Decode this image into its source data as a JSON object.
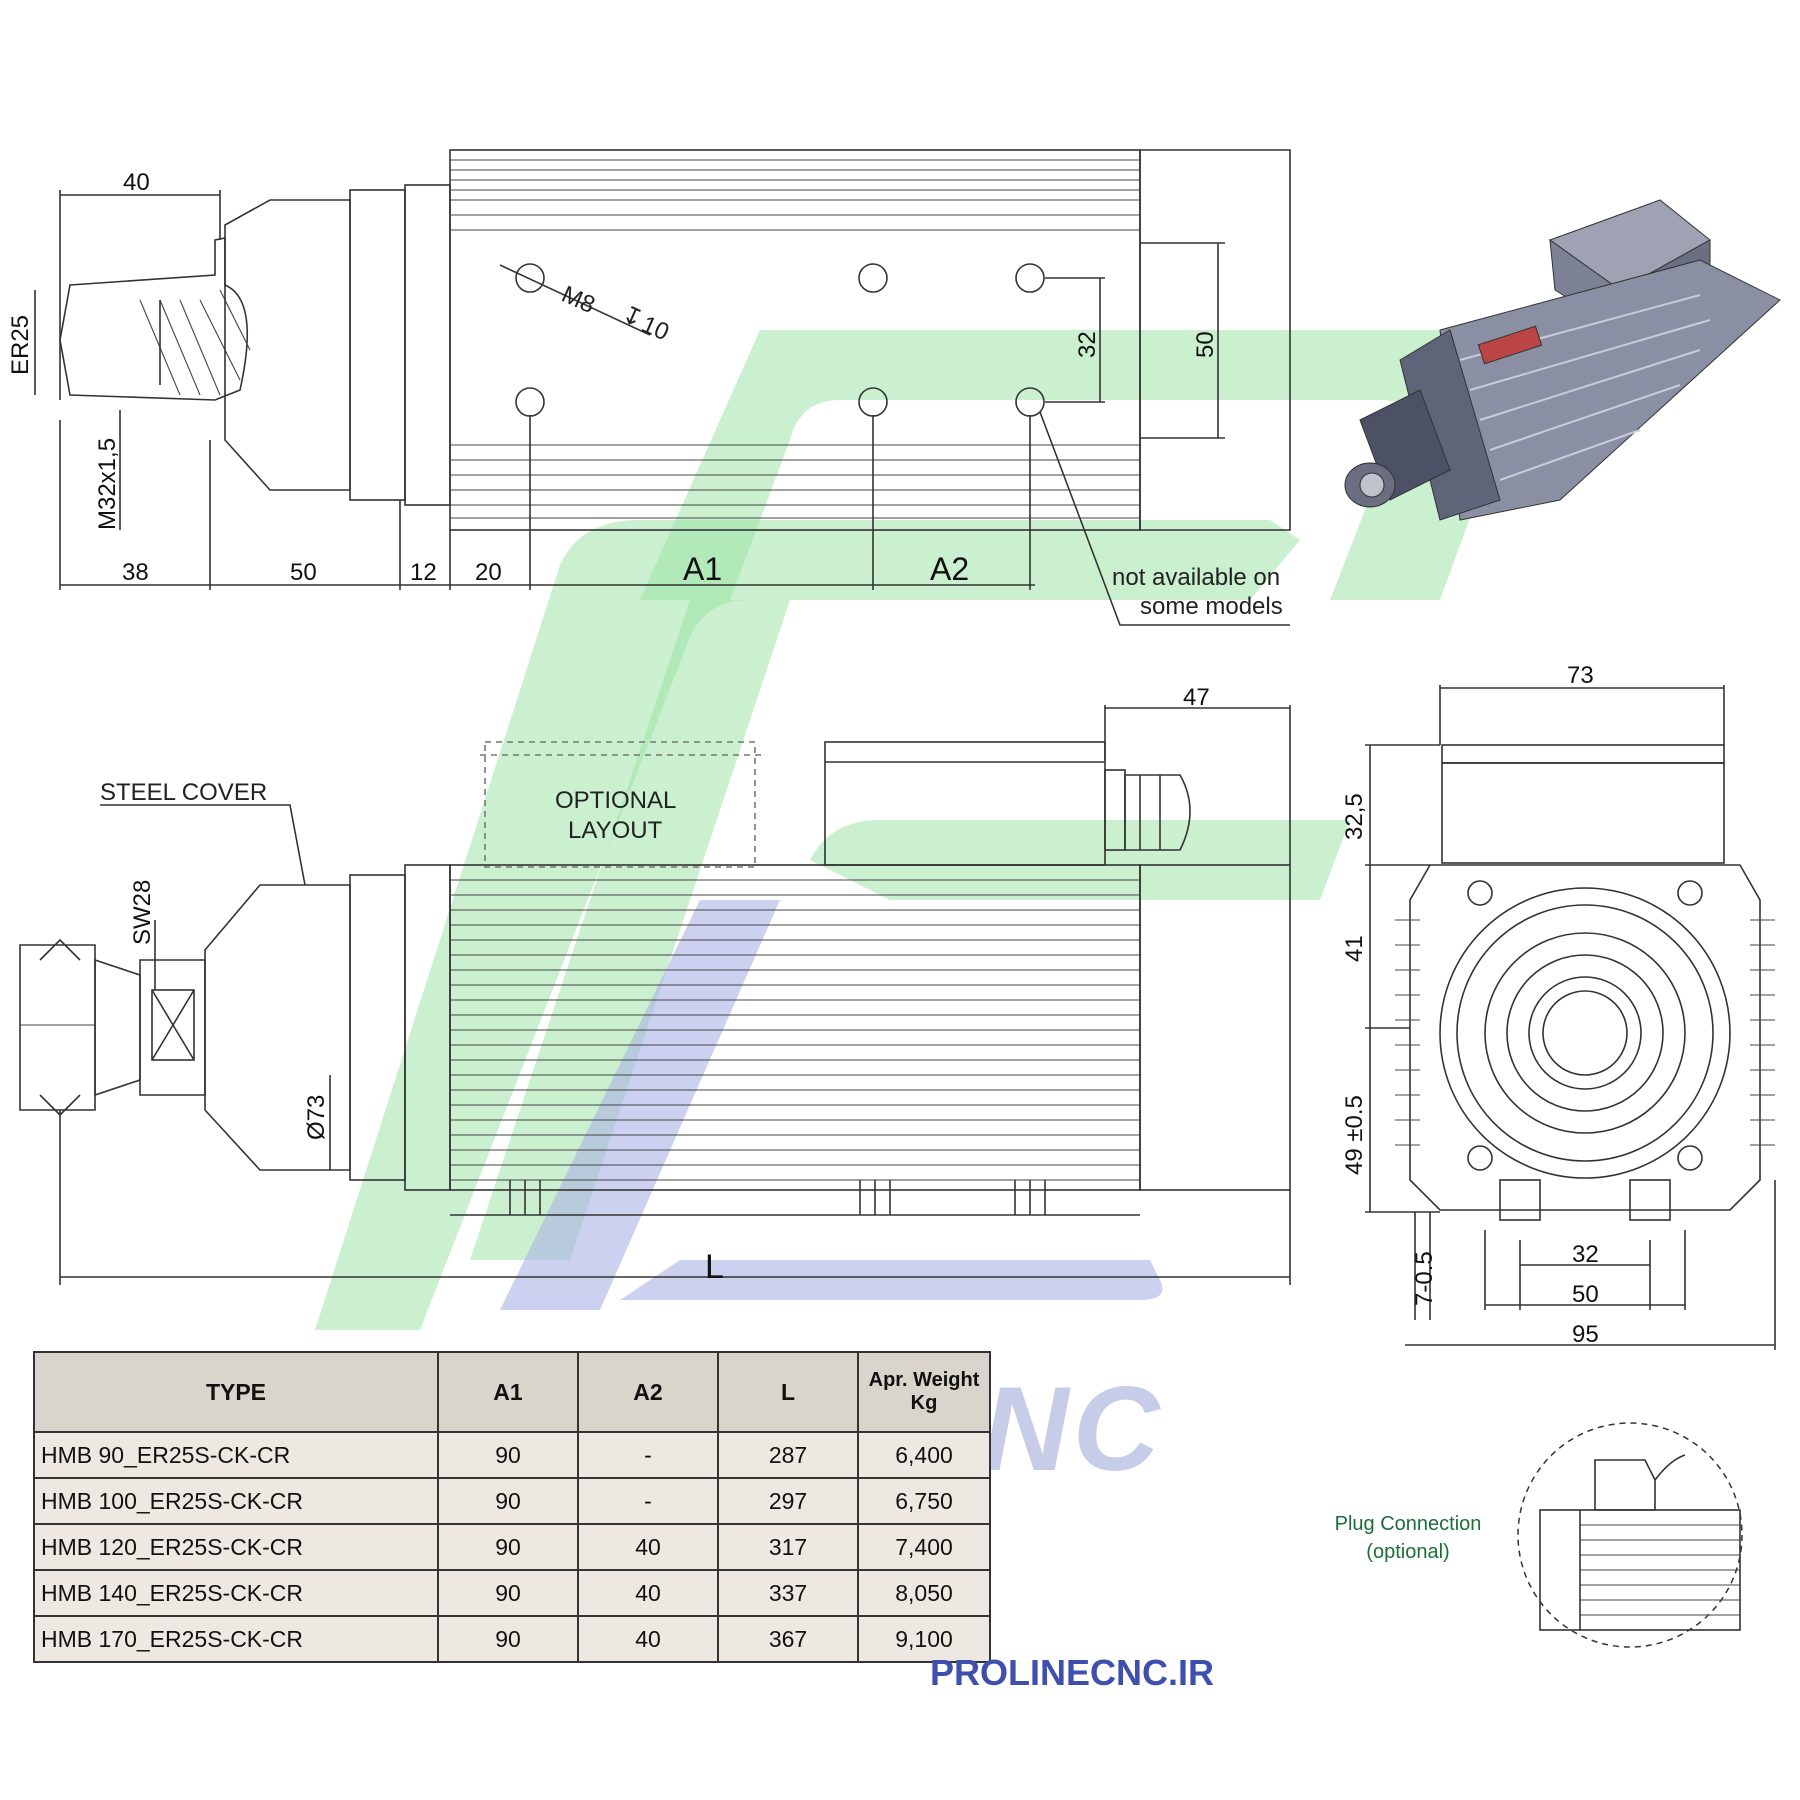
{
  "top_view": {
    "dims": {
      "nose_length": "40",
      "collet": "ER25",
      "thread": "M32x1,5",
      "d38": "38",
      "d50": "50",
      "d12": "12",
      "d20": "20",
      "a1": "A1",
      "a2": "A2",
      "hole_spacing": "32",
      "hole_outer": "50"
    },
    "hole_label": "M8",
    "hole_depth": "10",
    "note": [
      "not available on",
      "some models"
    ]
  },
  "side_view": {
    "steel_cover": "STEEL COVER",
    "sw": "SW28",
    "diameter": "Ø73",
    "optional_layout": [
      "OPTIONAL",
      "LAYOUT"
    ],
    "box_offset": "47",
    "length": "L"
  },
  "end_view": {
    "width_top": "73",
    "h1": "32,5",
    "h2": "41",
    "h3": "49 ±0.5",
    "h4": "7-0.5",
    "w32": "32",
    "w50": "50",
    "w95": "95"
  },
  "table": {
    "headers": [
      "TYPE",
      "A1",
      "A2",
      "L",
      "Apr. Weight Kg"
    ],
    "rows": [
      [
        "HMB 90_ER25S-CK-CR",
        "90",
        "-",
        "287",
        "6,400"
      ],
      [
        "HMB 100_ER25S-CK-CR",
        "90",
        "-",
        "297",
        "6,750"
      ],
      [
        "HMB 120_ER25S-CK-CR",
        "90",
        "40",
        "317",
        "7,400"
      ],
      [
        "HMB 140_ER25S-CK-CR",
        "90",
        "40",
        "337",
        "8,050"
      ],
      [
        "HMB 170_ER25S-CK-CR",
        "90",
        "40",
        "367",
        "9,100"
      ]
    ]
  },
  "plug_caption": [
    "Plug Connection",
    "(optional)"
  ],
  "watermark": "PROLINECNC",
  "website": "PROLINECNC.IR"
}
